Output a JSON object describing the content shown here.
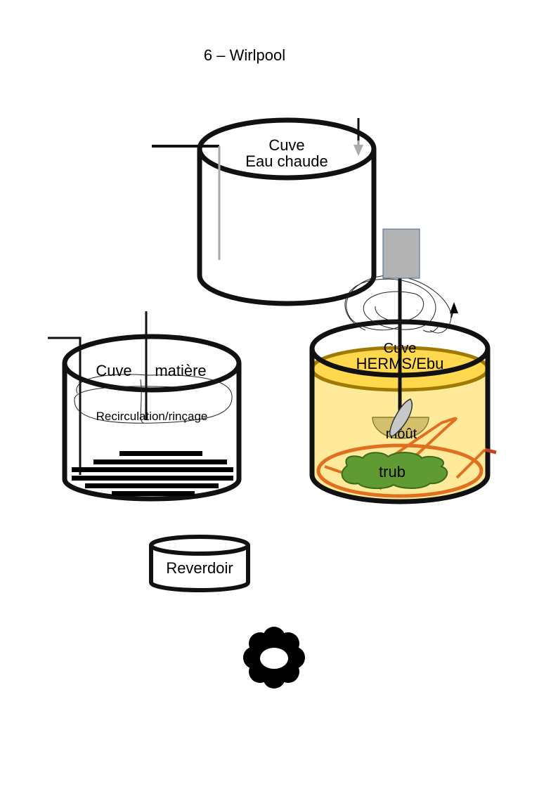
{
  "title": "6 – Wirlpool",
  "tanks": {
    "hot_water": {
      "line1": "Cuve",
      "line2": "Eau chaude"
    },
    "mash": {
      "line1": "Cuve",
      "line2": "matière",
      "sublabel": "Recirculation/rinçage"
    },
    "herms": {
      "line1": "Cuve",
      "line2": "HERMS/Ebu",
      "wort": "moût",
      "trub": "trub"
    },
    "grant": {
      "label": "Reverdoir"
    }
  },
  "colors": {
    "outline": "#111111",
    "liquid": "#ffe99a",
    "liquid_top": "#ffd84d",
    "trub": "#5f9a32",
    "coil": "#e07020",
    "motor": "#b3b3b3"
  },
  "icons": {
    "pump": "pump-icon"
  }
}
